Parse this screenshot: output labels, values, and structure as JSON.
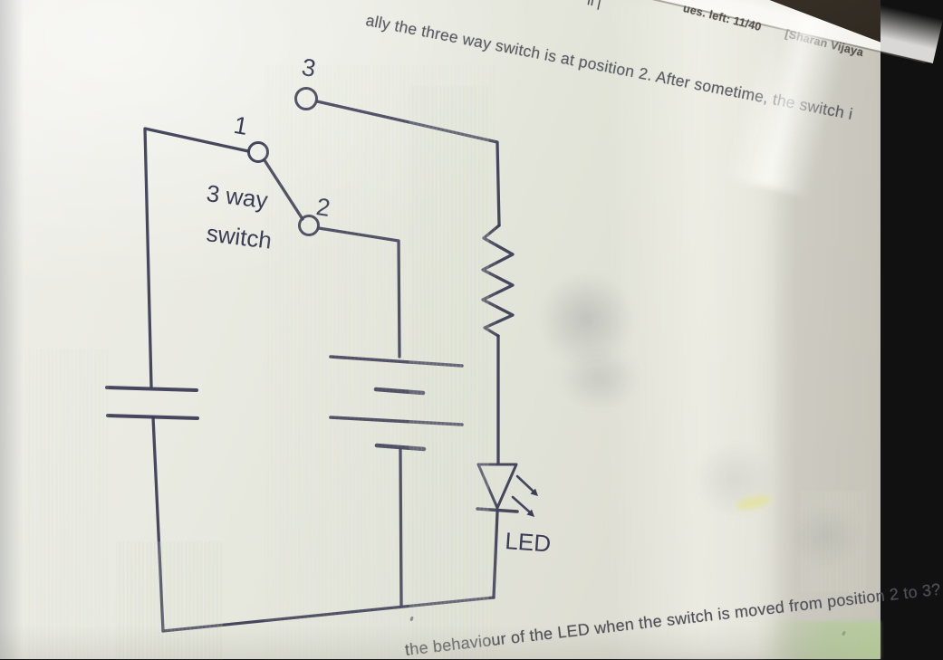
{
  "header": {
    "questions_left_label": "ues. left: 11/40",
    "user_label": "[Sharan Vijaya",
    "clipped_fragment": "ıl |"
  },
  "question": {
    "top_line": "ally the three way switch is at position 2. After sometime, the switch i",
    "bottom_line": "the behaviour of the LED when the switch is moved from position 2 to 3?"
  },
  "diagram": {
    "labels": {
      "terminal_1": "1",
      "terminal_2": "2",
      "terminal_3": "3",
      "switch_line1": "3 way",
      "switch_line2": "switch",
      "led": "LED"
    },
    "components": [
      "3-way-switch",
      "capacitor",
      "battery-2-cell",
      "resistor",
      "led"
    ],
    "ink_color": "#3b3c55"
  },
  "colors": {
    "screen_bg": "#e4e5dc",
    "bezel_dark": "#2b251d",
    "bezel_light": "#8c7154",
    "question_text": "#5c5d64",
    "header_text": "#57524e",
    "moire_green": "#d5e4b4",
    "moire_purple": "#d6cbe9",
    "glare_green": "#a0cd7d"
  }
}
